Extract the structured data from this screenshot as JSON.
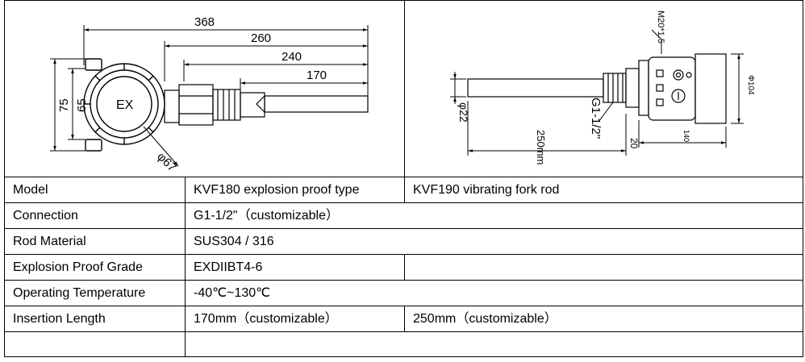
{
  "drawing_left": {
    "dims": [
      "368",
      "260",
      "240",
      "170",
      "75",
      "65",
      "φ67"
    ],
    "housing_label": "EX"
  },
  "drawing_right": {
    "dims": [
      "M20*1.5",
      "Φ104",
      "φ22",
      "G1-1/2\"",
      "250mm",
      "20",
      "140"
    ]
  },
  "specs": {
    "rows": [
      {
        "label": "Model",
        "value1": "KVF180 explosion proof type",
        "value2": "KVF190 vibrating fork rod"
      },
      {
        "label": "Connection",
        "value": "G1-1/2\"（customizable）"
      },
      {
        "label": "Rod Material",
        "value": "SUS304 / 316"
      },
      {
        "label": "Explosion Proof Grade",
        "value1": "EXDIIBT4-6",
        "value2": ""
      },
      {
        "label": "Operating Temperature",
        "value": "-40℃~130℃"
      },
      {
        "label": "Insertion Length",
        "value1": "170mm（customizable）",
        "value2": "250mm（customizable）"
      },
      {
        "label": "",
        "value": ""
      }
    ]
  }
}
